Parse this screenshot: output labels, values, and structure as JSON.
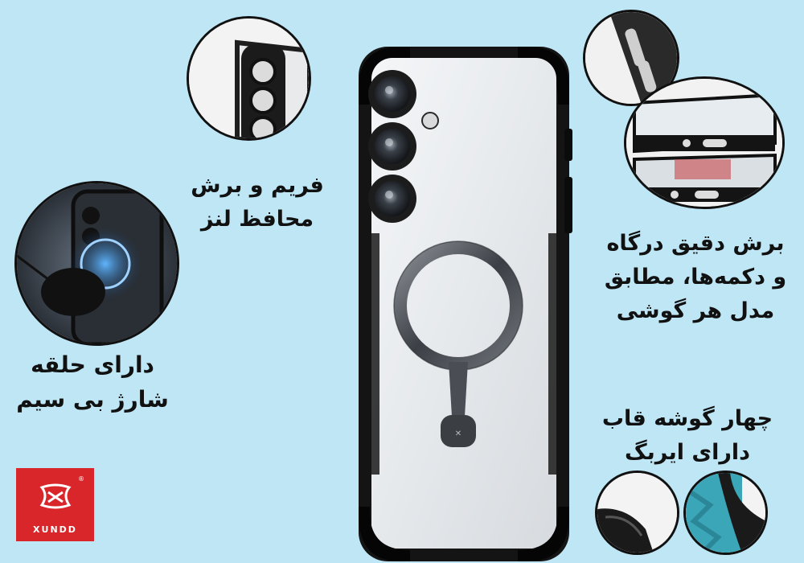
{
  "colors": {
    "background": "#bfe6f5",
    "case_frame": "#141414",
    "circle_border": "#111111",
    "brand_red": "#d9262a"
  },
  "captions": {
    "lens": [
      "فریم و برش",
      "محافظ لنز"
    ],
    "wireless": [
      "دارای حلقه",
      "شارژ بی سیم"
    ],
    "ports": [
      "برش دقیق درگاه",
      "و دکمه‌ها، مطابق",
      "مدل هر گوشی"
    ],
    "airbag": [
      "چهار گوشه قاب",
      "دارای ایربگ"
    ]
  },
  "brand": {
    "name": "XUNDD",
    "reg_mark": "®",
    "icon": "xundd-wings-logo"
  },
  "icons": {
    "lens_closeup": "camera-lens-frame-closeup",
    "wireless_closeup": "wireless-charger-closeup",
    "ports_closeup": "port-cutout-closeup",
    "corner_closeups": "airbag-corner-closeup"
  }
}
